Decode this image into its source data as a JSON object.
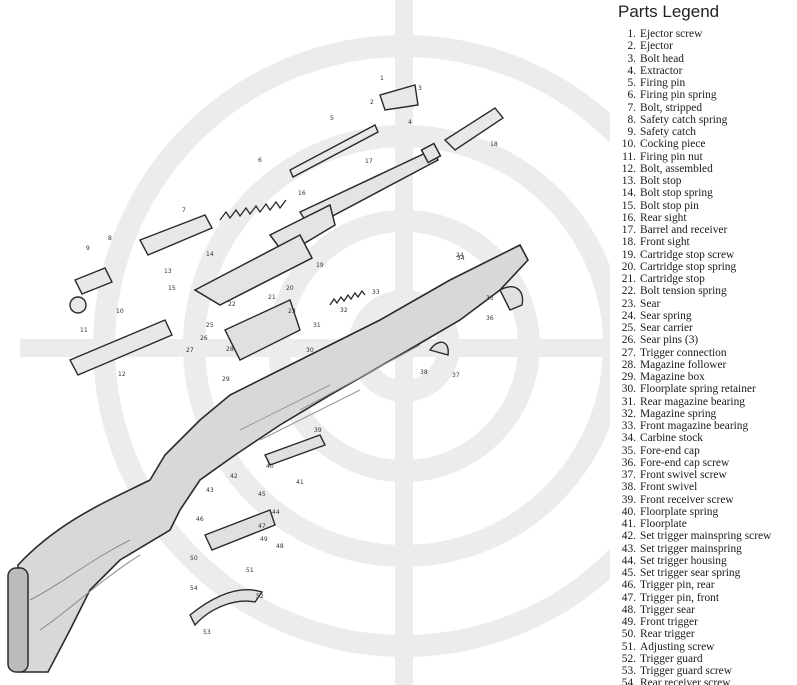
{
  "legend": {
    "title": "Parts Legend",
    "items": [
      {
        "n": "1.",
        "label": "Ejector screw"
      },
      {
        "n": "2.",
        "label": "Ejector"
      },
      {
        "n": "3.",
        "label": "Bolt head"
      },
      {
        "n": "4.",
        "label": "Extractor"
      },
      {
        "n": "5.",
        "label": "Firing pin"
      },
      {
        "n": "6.",
        "label": "Firing pin spring"
      },
      {
        "n": "7.",
        "label": "Bolt, stripped"
      },
      {
        "n": "8.",
        "label": "Safety catch spring"
      },
      {
        "n": "9.",
        "label": "Safety catch"
      },
      {
        "n": "10.",
        "label": "Cocking piece"
      },
      {
        "n": "11.",
        "label": "Firing pin nut"
      },
      {
        "n": "12.",
        "label": "Bolt, assembled"
      },
      {
        "n": "13.",
        "label": "Bolt stop"
      },
      {
        "n": "14.",
        "label": "Bolt stop spring"
      },
      {
        "n": "15.",
        "label": "Bolt stop pin"
      },
      {
        "n": "16.",
        "label": "Rear sight"
      },
      {
        "n": "17.",
        "label": "Barrel and receiver"
      },
      {
        "n": "18.",
        "label": "Front sight"
      },
      {
        "n": "19.",
        "label": "Cartridge stop screw"
      },
      {
        "n": "20.",
        "label": "Cartridge stop spring"
      },
      {
        "n": "21.",
        "label": "Cartridge stop"
      },
      {
        "n": "22.",
        "label": "Bolt tension spring"
      },
      {
        "n": "23.",
        "label": "Sear"
      },
      {
        "n": "24.",
        "label": "Sear spring"
      },
      {
        "n": "25.",
        "label": "Sear carrier"
      },
      {
        "n": "26.",
        "label": "Sear pins (3)"
      },
      {
        "n": "27.",
        "label": "Trigger connection"
      },
      {
        "n": "28.",
        "label": "Magazine follower"
      },
      {
        "n": "29.",
        "label": "Magazine box"
      },
      {
        "n": "30.",
        "label": "Floorplate spring retainer"
      },
      {
        "n": "31.",
        "label": "Rear magazine bearing"
      },
      {
        "n": "32.",
        "label": "Magazine spring"
      },
      {
        "n": "33.",
        "label": "Front magazine bearing"
      },
      {
        "n": "34.",
        "label": "Carbine stock"
      },
      {
        "n": "35.",
        "label": "Fore-end cap"
      },
      {
        "n": "36.",
        "label": "Fore-end cap screw"
      },
      {
        "n": "37.",
        "label": "Front swivel screw"
      },
      {
        "n": "38.",
        "label": "Front swivel"
      },
      {
        "n": "39.",
        "label": "Front receiver screw"
      },
      {
        "n": "40.",
        "label": "Floorplate spring"
      },
      {
        "n": "41.",
        "label": "Floorplate"
      },
      {
        "n": "42.",
        "label": "Set trigger mainspring screw"
      },
      {
        "n": "43.",
        "label": "Set trigger mainspring"
      },
      {
        "n": "44.",
        "label": "Set trigger housing"
      },
      {
        "n": "45.",
        "label": "Set trigger sear spring"
      },
      {
        "n": "46.",
        "label": "Trigger pin, rear"
      },
      {
        "n": "47.",
        "label": "Trigger pin, front"
      },
      {
        "n": "48.",
        "label": "Trigger sear"
      },
      {
        "n": "49.",
        "label": "Front trigger"
      },
      {
        "n": "50.",
        "label": "Rear trigger"
      },
      {
        "n": "51.",
        "label": "Adjusting screw"
      },
      {
        "n": "52.",
        "label": "Trigger guard"
      },
      {
        "n": "53.",
        "label": "Trigger guard screw"
      },
      {
        "n": "54.",
        "label": "Rear receiver screw"
      }
    ]
  },
  "diagram": {
    "callouts": [
      "1",
      "2",
      "3",
      "4",
      "5",
      "6",
      "7",
      "8",
      "9",
      "10",
      "11",
      "12",
      "13",
      "14",
      "15",
      "16",
      "17",
      "18",
      "19",
      "20",
      "21",
      "22",
      "23",
      "24",
      "25",
      "26",
      "27",
      "28",
      "29",
      "30",
      "31",
      "32",
      "33",
      "34",
      "35",
      "36",
      "37",
      "38",
      "39",
      "40",
      "41",
      "42",
      "43",
      "44",
      "45",
      "46",
      "47",
      "48",
      "49",
      "50",
      "51",
      "52",
      "53",
      "54"
    ]
  },
  "colors": {
    "ink": "#2a2a2a",
    "watermark": "#e6e6e6",
    "wood": "#bdbdbd"
  }
}
